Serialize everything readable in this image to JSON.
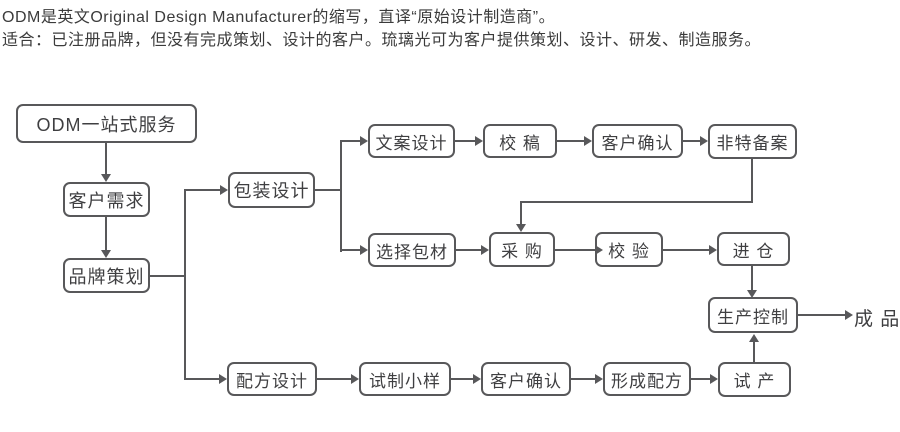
{
  "header": {
    "line1": "ODM是英文Original Design Manufacturer的缩写，直译“原始设计制造商”。",
    "line2": "适合：已注册品牌，但没有完成策划、设计的客户。琉璃光可为客户提供策划、设计、研发、制造服务。"
  },
  "flowchart": {
    "nodes": {
      "odm_service": {
        "label": "ODM一站式服务"
      },
      "customer_needs": {
        "label": "客户需求"
      },
      "brand_planning": {
        "label": "品牌策划"
      },
      "packaging_design": {
        "label": "包装设计"
      },
      "copy_design": {
        "label": "文案设计"
      },
      "proofreading": {
        "label": "校 稿"
      },
      "client_confirm_top": {
        "label": "客户确认"
      },
      "non_special_filing": {
        "label": "非特备案"
      },
      "select_packaging": {
        "label": "选择包材"
      },
      "purchasing": {
        "label": "采 购"
      },
      "verification": {
        "label": "校 验"
      },
      "warehousing": {
        "label": "进 仓"
      },
      "production_control": {
        "label": "生产控制"
      },
      "trial_production": {
        "label": "试 产"
      },
      "formula_design": {
        "label": "配方设计"
      },
      "trial_sample": {
        "label": "试制小样"
      },
      "client_confirm_bottom": {
        "label": "客户确认"
      },
      "formula_finalize": {
        "label": "形成配方"
      },
      "finished_product": {
        "label": "成 品"
      }
    },
    "colors": {
      "line": "#58585a",
      "box_border": "#58585a",
      "text": "#3f3f41",
      "background": "#ffffff"
    }
  }
}
